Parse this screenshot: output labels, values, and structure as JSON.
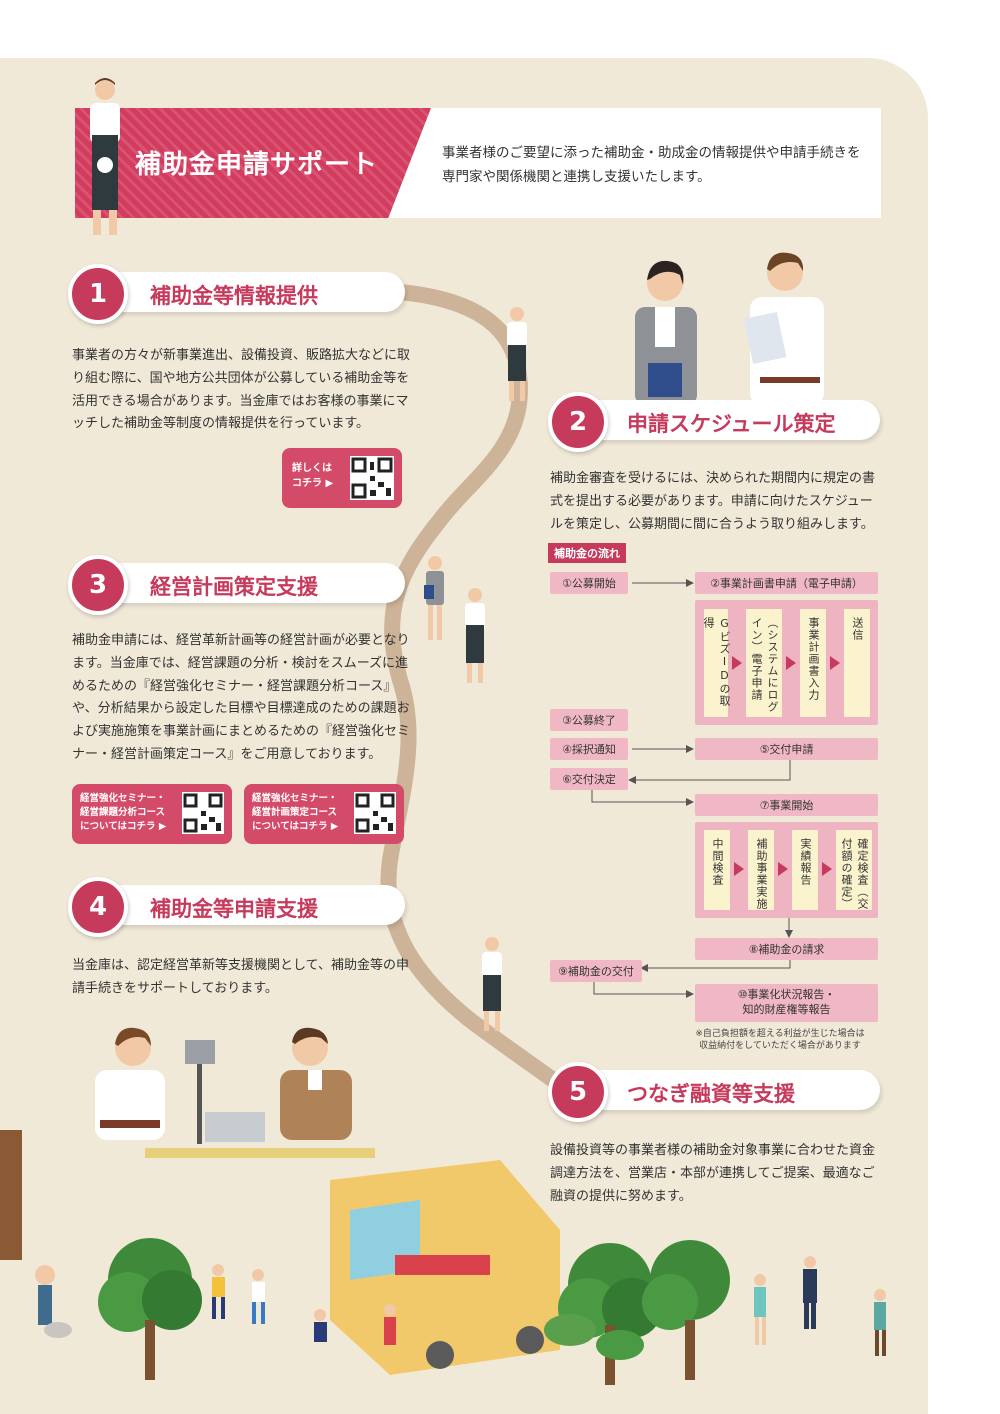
{
  "header": {
    "title": "補助金申請サポート",
    "description": "事業者様のご要望に添った補助金・助成金の情報提供や申請手続きを専門家や関係機関と連携し支援いたします。"
  },
  "sections": [
    {
      "number": "1",
      "title": "補助金等情報提供",
      "body": "事業者の方々が新事業進出、設備投資、販路拡大などに取り組む際に、国や地方公共団体が公募している補助金等を活用できる場合があります。当金庫ではお客様の事業にマッチした補助金等制度の情報提供を行っています。",
      "qr_label_1": "詳しくは",
      "qr_label_2": "コチラ ▶"
    },
    {
      "number": "2",
      "title": "申請スケジュール策定",
      "body": "補助金審査を受けるには、決められた期間内に規定の書式を提出する必要があります。申請に向けたスケジュールを策定し、公募期間に間に合うよう取り組みします。"
    },
    {
      "number": "3",
      "title": "経営計画策定支援",
      "body": "補助金申請には、経営革新計画等の経営計画が必要となります。当金庫では、経営課題の分析・検討をスムーズに進めるための『経営強化セミナー・経営課題分析コース』や、分析結果から設定した目標や目標達成のための課題および実施施策を事業計画にまとめるための『経営強化セミナー・経営計画策定コース』をご用意しております。",
      "qr_a": [
        "経営強化セミナー・",
        "経営課題分析コース",
        "についてはコチラ ▶"
      ],
      "qr_b": [
        "経営強化セミナー・",
        "経営計画策定コース",
        "についてはコチラ ▶"
      ]
    },
    {
      "number": "4",
      "title": "補助金等申請支援",
      "body": "当金庫は、認定経営革新等支援機関として、補助金等の申請手続きをサポートしております。"
    },
    {
      "number": "5",
      "title": "つなぎ融資等支援",
      "body": "設備投資等の事業者様の補助金対象事業に合わせた資金調達方法を、営業店・本部が連携してご提案、最適なご融資の提供に努めます。"
    }
  ],
  "flow": {
    "tag": "補助金の流れ",
    "s1": "①公募開始",
    "s2": "②事業計画書申請（電子申請）",
    "sub1": [
      "GビズIDの取得",
      "（システムにログイン）電子申請",
      "事業計画書入力",
      "送信"
    ],
    "s3": "③公募終了",
    "s4": "④採択通知",
    "s5": "⑤交付申請",
    "s6": "⑥交付決定",
    "s7": "⑦事業開始",
    "sub2": [
      "中間検査",
      "補助事業実施",
      "実績報告",
      "確定検査（交付額の確定）"
    ],
    "s8": "⑧補助金の請求",
    "s9": "⑨補助金の交付",
    "s10a": "⑩事業化状況報告・",
    "s10b": "知的財産権等報告",
    "note1": "※自己負担額を超える利益が生じた場合は",
    "note2": "収益納付をしていただく場合があります"
  },
  "colors": {
    "accent": "#c63a5c",
    "background": "#f1e9d8",
    "flow_box": "#efb8c4",
    "card": "#fbf3cd"
  }
}
